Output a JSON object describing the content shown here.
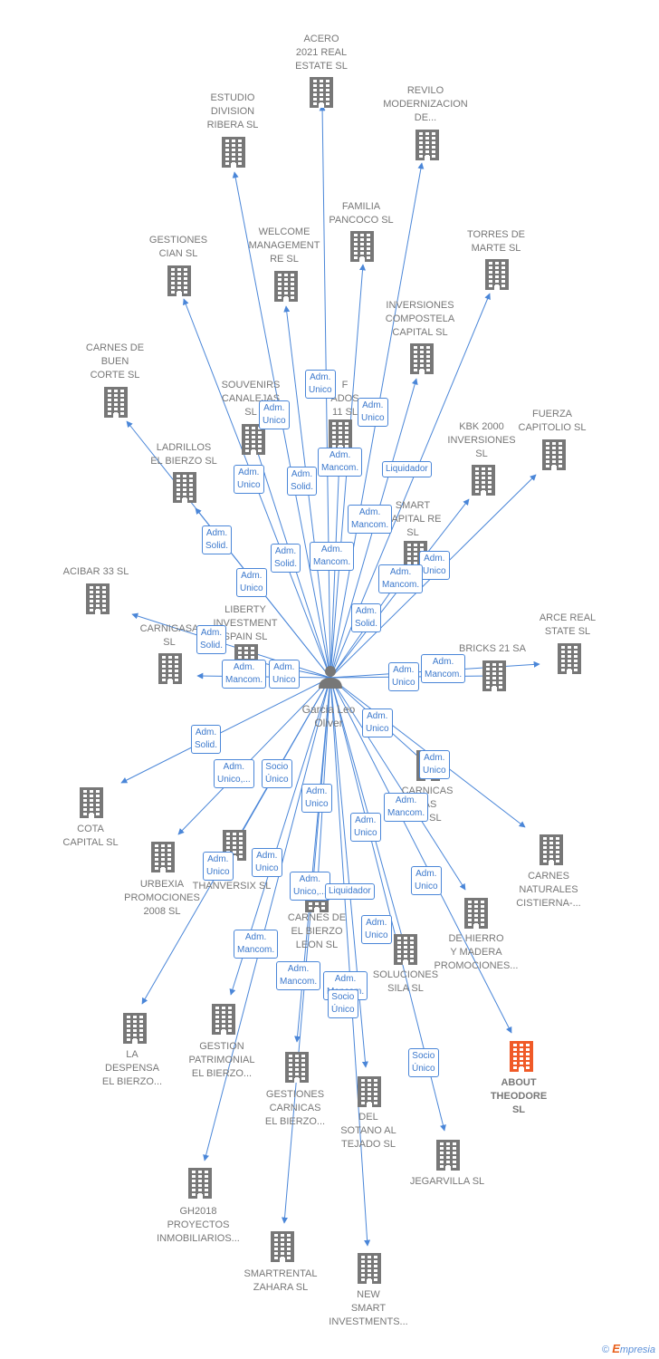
{
  "colors": {
    "edge": "#4a86d8",
    "building": "#777777",
    "highlight": "#f05a28",
    "tag_text": "#3b78cc"
  },
  "person": {
    "name": "Garcia Leo\nOliver",
    "icon": "person-icon"
  },
  "nodes": [
    {
      "id": "acero",
      "label": "ACERO\n2021 REAL\nESTATE  SL"
    },
    {
      "id": "estudio",
      "label": "ESTUDIO\nDIVISION\nRIBERA  SL"
    },
    {
      "id": "revilo",
      "label": "REVILO\nMODERNIZACION\nDE..."
    },
    {
      "id": "familia",
      "label": "FAMILIA\nPANCOCO  SL"
    },
    {
      "id": "gestiones_cian",
      "label": "GESTIONES\nCIAN  SL"
    },
    {
      "id": "welcome",
      "label": "WELCOME\nMANAGEMENT\nRE  SL"
    },
    {
      "id": "torres",
      "label": "TORRES DE\nMARTE SL"
    },
    {
      "id": "inv_compostela",
      "label": "INVERSIONES\nCOMPOSTELA\nCAPITAL  SL"
    },
    {
      "id": "carnes_buen",
      "label": "CARNES DE\nBUEN\nCORTE SL"
    },
    {
      "id": "souvenirs",
      "label": "SOUVENIRS\nCANALEJAS\nSL"
    },
    {
      "id": "f_ados",
      "label": "F\nADOS\n11  SL"
    },
    {
      "id": "kbk",
      "label": "KBK 2000\nINVERSIONES\nSL"
    },
    {
      "id": "fuerza",
      "label": "FUERZA\nCAPITOLIO  SL"
    },
    {
      "id": "ladrillos",
      "label": "LADRILLOS\nEL BIERZO SL"
    },
    {
      "id": "smart_capital",
      "label": "SMART\nCAPITAL RE\nSL"
    },
    {
      "id": "acibar",
      "label": "ACIBAR 33  SL"
    },
    {
      "id": "liberty",
      "label": "LIBERTY\nINVESTMENT\nSPAIN  SL"
    },
    {
      "id": "carnigasa",
      "label": "CARNIGASA\nSL"
    },
    {
      "id": "arce",
      "label": "ARCE REAL\nSTATE  SL"
    },
    {
      "id": "bricks",
      "label": "BRICKS 21 SA"
    },
    {
      "id": "cota",
      "label": "COTA\nCAPITAL  SL"
    },
    {
      "id": "urbexia",
      "label": "URBEXIA\nPROMOCIONES\n2008 SL"
    },
    {
      "id": "thanversix",
      "label": "THANVERSIX SL"
    },
    {
      "id": "carnicas",
      "label": "CARNICAS\nTAS\nAS SL"
    },
    {
      "id": "carnes_nat",
      "label": "CARNES\nNATURALES\nCISTIERNA-..."
    },
    {
      "id": "carnes_leon",
      "label": "CARNES DE\nEL BIERZO\nLEON SL"
    },
    {
      "id": "de_hierro",
      "label": "DE HIERRO\nY MADERA\nPROMOCIONES..."
    },
    {
      "id": "soluciones",
      "label": "SOLUCIONES\nSILA SL"
    },
    {
      "id": "la_despensa",
      "label": "LA\nDESPENSA\nEL BIERZO..."
    },
    {
      "id": "gestion_patr",
      "label": "GESTION\nPATRIMONIAL\nEL BIERZO..."
    },
    {
      "id": "about",
      "label": "ABOUT\nTHEODORE\nSL",
      "highlight": true
    },
    {
      "id": "gestiones_carnicas",
      "label": "GESTIONES\nCARNICAS\nEL BIERZO..."
    },
    {
      "id": "del_sotano",
      "label": "DEL\nSOTANO AL\nTEJADO  SL"
    },
    {
      "id": "jegarvilla",
      "label": "JEGARVILLA SL"
    },
    {
      "id": "gh2018",
      "label": "GH2018\nPROYECTOS\nINMOBILIARIOS..."
    },
    {
      "id": "smartrental",
      "label": "SMARTRENTAL\nZAHARA  SL"
    },
    {
      "id": "new_smart",
      "label": "NEW\nSMART\nINVESTMENTS..."
    }
  ],
  "tags": [
    "Adm.\nUnico",
    "Adm.\nUnico",
    "Adm.\nUnico",
    "Adm.\nMancom.",
    "Liquidador",
    "Adm.\nUnico",
    "Adm.\nSolid.",
    "Adm.\nMancom.",
    "Adm.\nSolid.",
    "Adm.\nSolid.",
    "Adm.\nUnico",
    "Adm.\nMancom.",
    "Adm.\nUnico",
    "Adm.\nMancom.",
    "Adm.\nSolid.",
    "Adm.\nSolid.",
    "Adm.\nMancom.",
    "Adm.\nUnico",
    "Adm.\nUnico",
    "Adm.\nMancom.",
    "Adm.\nSolid.",
    "Adm.\nUnico",
    "Adm.\nUnico,...",
    "Socio\nÚnico",
    "Adm.\nUnico",
    "Adm.\nUnico",
    "Adm.\nMancom.",
    "Adm.\nUnico",
    "Adm.\nUnico",
    "Adm.\nUnico",
    "Adm.\nUnico",
    "Adm.\nUnico,...",
    "Liquidador",
    "Adm.\nUnico",
    "Adm.\nMancom.",
    "Adm.\nMancom.",
    "Adm.\nMancom.",
    "Socio\nÚnico",
    "Socio\nÚnico"
  ],
  "footer": {
    "copyright": "©",
    "brand_initial": "E",
    "brand_rest": "mpresia"
  }
}
